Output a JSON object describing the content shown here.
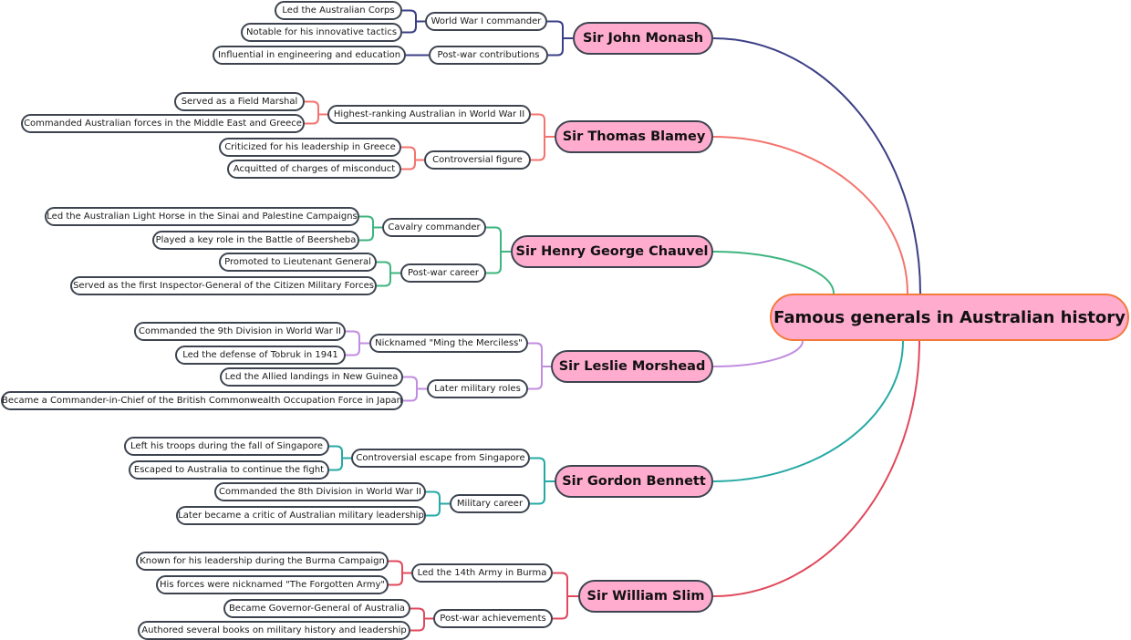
{
  "root": {
    "label": "Famous generals in Australian history",
    "border_color": "#f47a3c",
    "fill": "#ffaccf"
  },
  "generals": [
    {
      "name": "Sir John Monash",
      "color": "#3b3f85",
      "topics": [
        {
          "label": "World War I commander",
          "details": [
            "Led the Australian Corps",
            "Notable for his innovative tactics"
          ]
        },
        {
          "label": "Post-war contributions",
          "details": [
            "Influential in engineering and education"
          ]
        }
      ]
    },
    {
      "name": "Sir Thomas Blamey",
      "color": "#f4736d",
      "topics": [
        {
          "label": "Highest-ranking Australian in World War II",
          "details": [
            "Served as a Field Marshal",
            "Commanded Australian forces in the Middle East and Greece"
          ]
        },
        {
          "label": "Controversial figure",
          "details": [
            "Criticized for his leadership in Greece",
            "Acquitted of charges of misconduct"
          ]
        }
      ]
    },
    {
      "name": "Sir Henry George Chauvel",
      "color": "#3db57e",
      "topics": [
        {
          "label": "Cavalry commander",
          "details": [
            "Led the Australian Light Horse in the Sinai and Palestine Campaigns",
            "Played a key role in the Battle of Beersheba"
          ]
        },
        {
          "label": "Post-war career",
          "details": [
            "Promoted to Lieutenant General",
            "Served as the first Inspector-General of the Citizen Military Forces"
          ]
        }
      ]
    },
    {
      "name": "Sir Leslie Morshead",
      "color": "#c18de0",
      "topics": [
        {
          "label": "Nicknamed \"Ming the Merciless\"",
          "details": [
            "Commanded the 9th Division in World War II",
            "Led the defense of Tobruk in 1941"
          ]
        },
        {
          "label": "Later military roles",
          "details": [
            "Led the Allied landings in New Guinea",
            "Became a Commander-in-Chief of the British Commonwealth Occupation Force in Japan"
          ]
        }
      ]
    },
    {
      "name": "Sir Gordon Bennett",
      "color": "#26a9a5",
      "topics": [
        {
          "label": "Controversial escape from Singapore",
          "details": [
            "Left his troops during the fall of Singapore",
            "Escaped to Australia to continue the fight"
          ]
        },
        {
          "label": "Military career",
          "details": [
            "Commanded the 8th Division in World War II",
            "Later became a critic of Australian military leadership"
          ]
        }
      ]
    },
    {
      "name": "Sir William Slim",
      "color": "#e0495c",
      "topics": [
        {
          "label": "Led the 14th Army in Burma",
          "details": [
            "Known for his leadership during the Burma Campaign",
            "His forces were nicknamed \"The Forgotten Army\""
          ]
        },
        {
          "label": "Post-war achievements",
          "details": [
            "Became Governor-General of Australia",
            "Authored several books on military history and leadership"
          ]
        }
      ]
    }
  ]
}
